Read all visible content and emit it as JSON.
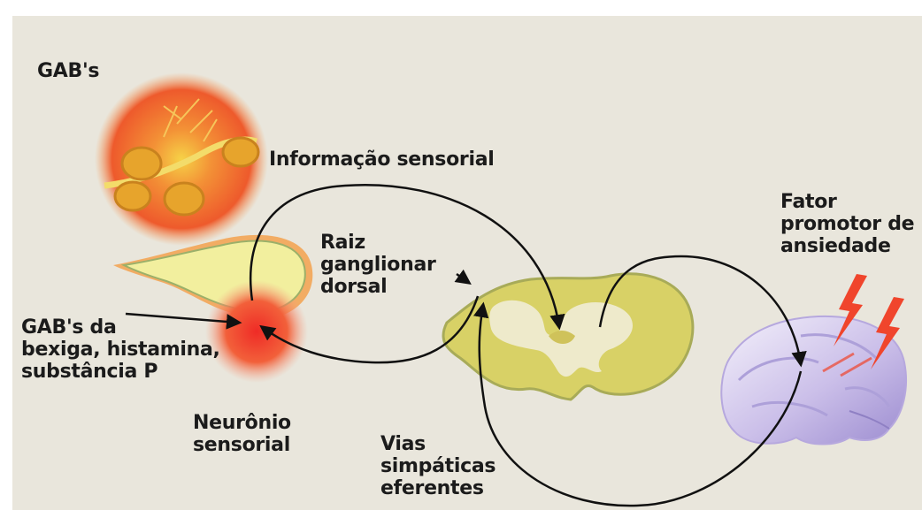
{
  "labels": {
    "gab_top": "GAB's",
    "sensory_info": "Informação sensorial",
    "dorsal_root": "Raiz\nganglionar\ndorsal",
    "anxiety_factor": "Fator\npromotor de\nansiedade",
    "gab_bladder": "GAB's da\nbexiga, histamina,\nsubstância P",
    "sensory_neuron": "Neurônio\nsensorial",
    "sympathetic": "Vias\nsimpáticas\neferentes"
  },
  "icons": [
    "neuron-cell-illustration",
    "ganglion-illustration",
    "spinal-cord-icon",
    "brain-icon",
    "lightning-bolt-icon",
    "arrow-icon"
  ],
  "colors": {
    "background": "#e9e6dc",
    "neuron_glow": "#f0582a",
    "ganglion_fill": "#f1ee9e",
    "spinal_cord": "#d2cc4a",
    "brain": "#cfc4ea",
    "lightning": "#f0452c",
    "text": "#1b1b1b"
  }
}
